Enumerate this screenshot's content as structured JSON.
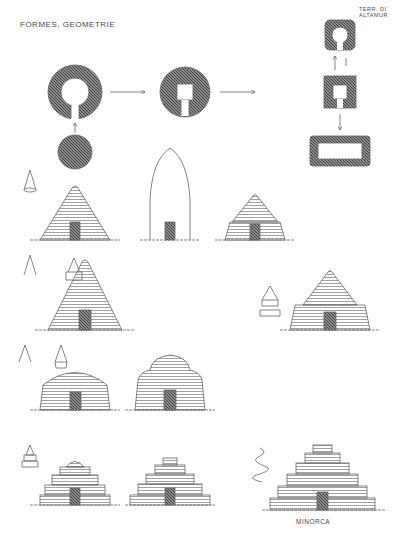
{
  "diagram": {
    "title": "FORMES, GEOMETRIE",
    "labels": [
      "TERR. DI ALTAMUR",
      "MINORCA"
    ]
  }
}
